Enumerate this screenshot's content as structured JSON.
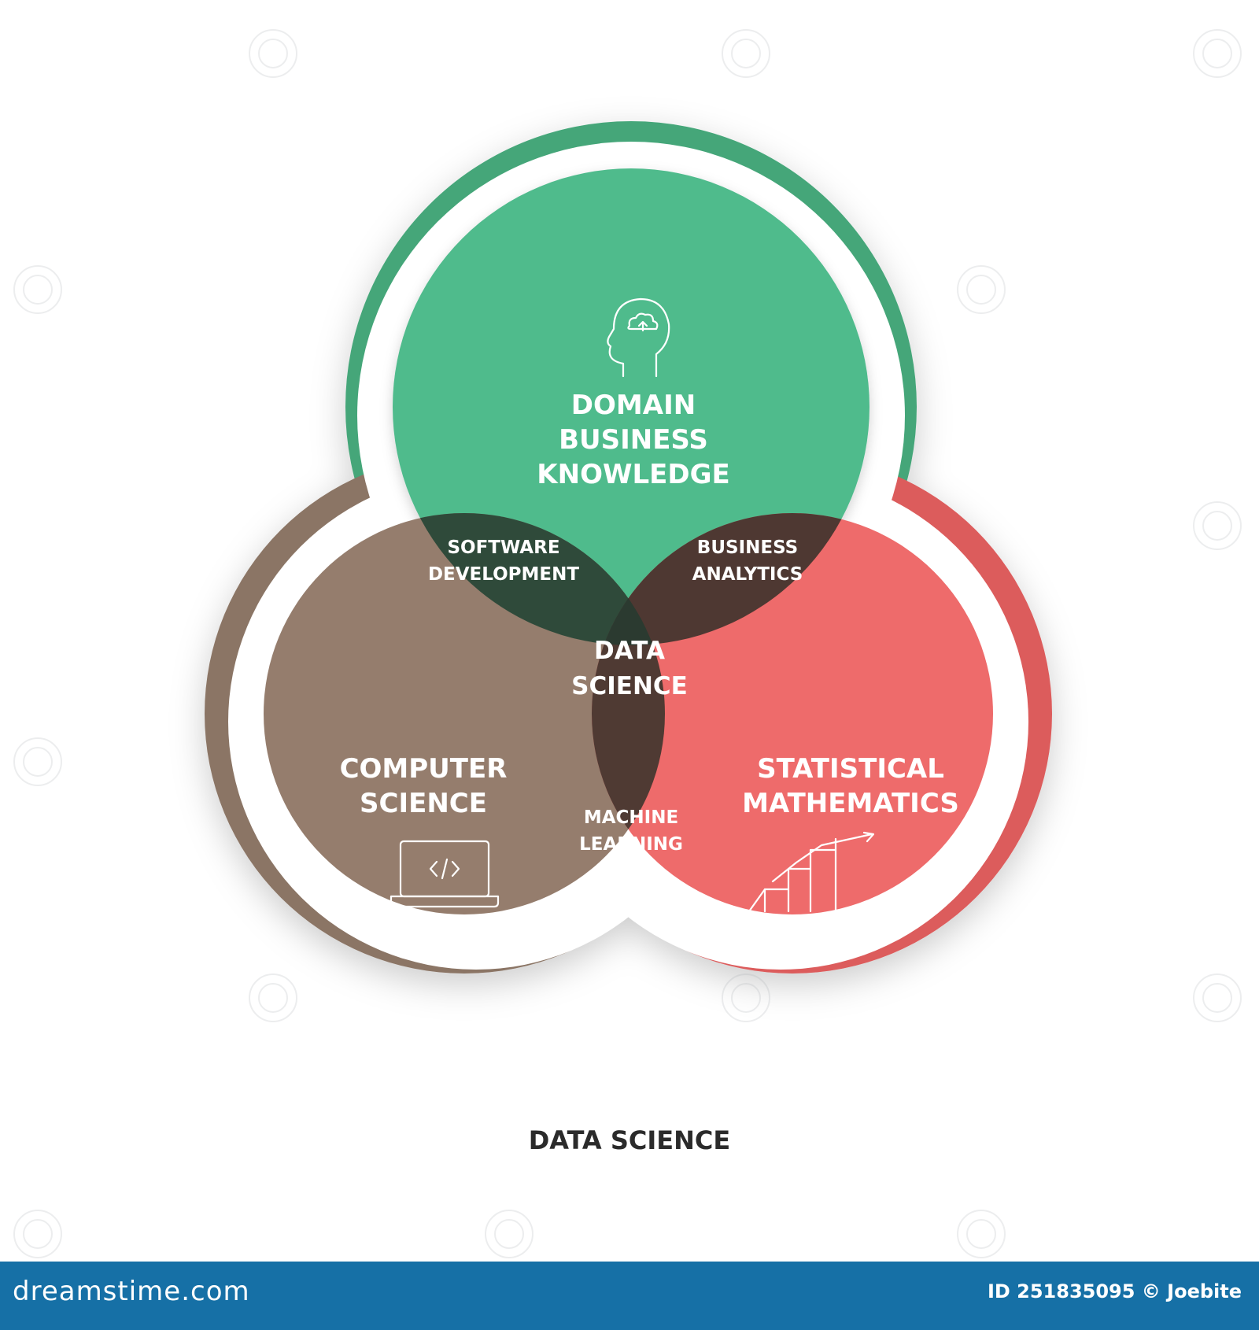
{
  "diagram": {
    "domain": {
      "lines": [
        "DOMAIN",
        "BUSINESS",
        "KNOWLEDGE"
      ],
      "icon": "head-cloud-icon",
      "color": "#4fbb8c",
      "ring_color": "#45a679"
    },
    "computer": {
      "lines": [
        "COMPUTER",
        "SCIENCE"
      ],
      "icon": "laptop-code-icon",
      "color": "#957d6d",
      "ring_color": "#8b7565"
    },
    "statistics": {
      "lines": [
        "STATISTICAL",
        "MATHEMATICS"
      ],
      "icon": "growth-chart-icon",
      "color": "#ee6b6b",
      "ring_color": "#dc5c5c"
    },
    "overlaps": {
      "software": [
        "SOFTWARE",
        "DEVELOPMENT"
      ],
      "business": [
        "BUSINESS",
        "ANALYTICS"
      ],
      "machine": [
        "MACHINE",
        "LEARNING"
      ],
      "center": [
        "DATA",
        "SCIENCE"
      ]
    },
    "overlap_colors": {
      "domain_computer": "#2f4a3a",
      "domain_statistics": "#4e3832",
      "computer_statistics": "#4f3a33",
      "center": "#2b3a30"
    }
  },
  "caption": "DATA SCIENCE",
  "footer": {
    "brand": "dreamstime.com",
    "credit": "ID 251835095 © Joebite"
  }
}
